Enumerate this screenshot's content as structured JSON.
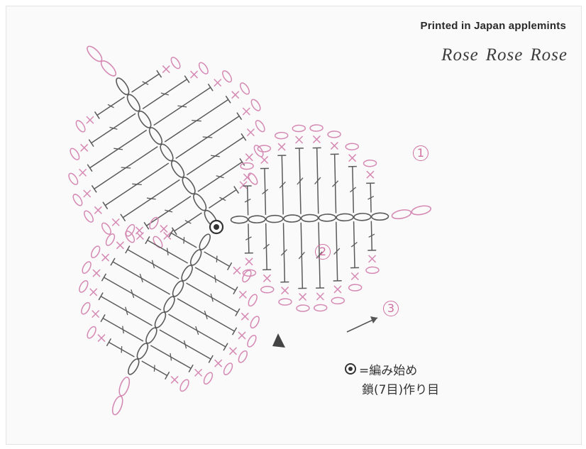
{
  "header": {
    "credit": "Printed in Japan applemints",
    "titles": [
      "Rose",
      "Rose",
      "Rose"
    ]
  },
  "legend": {
    "symbol": "magic-ring-icon",
    "line1": "=編み始め",
    "line2": "鎖(7目)作り目"
  },
  "row_markers": [
    "1",
    "2",
    "3"
  ],
  "colors": {
    "gray_stitches": "#5a5a5a",
    "pink_stitches": "#d58ab4",
    "markers": "#d16fa0"
  }
}
